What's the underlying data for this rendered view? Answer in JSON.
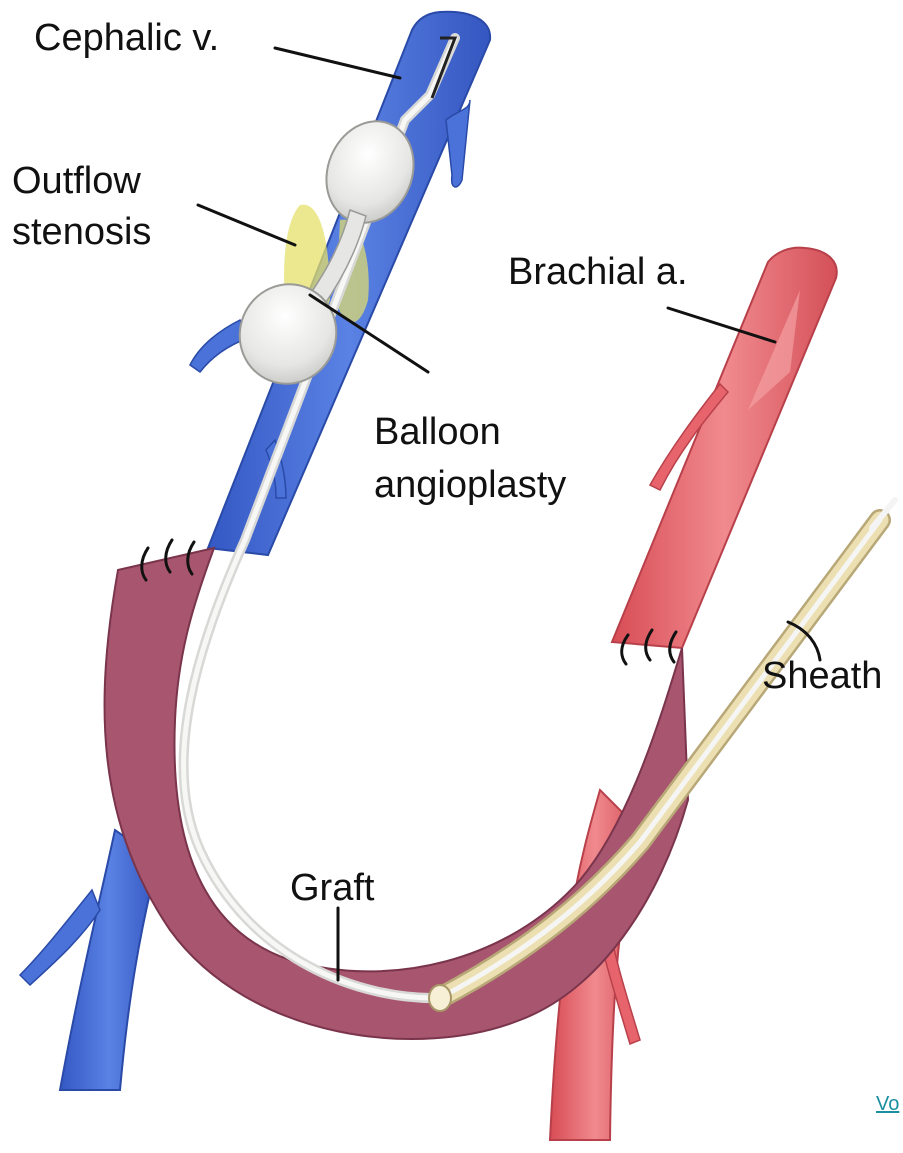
{
  "labels": {
    "cephalic_vein": "Cephalic v.",
    "outflow_stenosis_line1": "Outflow",
    "outflow_stenosis_line2": "stenosis",
    "brachial_artery": "Brachial a.",
    "balloon_line1": "Balloon",
    "balloon_line2": "angioplasty",
    "sheath": "Sheath",
    "graft": "Graft"
  },
  "corner_link": "Vo",
  "colors": {
    "vein": "#4a72d8",
    "vein_dark": "#2f52b8",
    "artery": "#e8646c",
    "artery_dark": "#c8484f",
    "graft": "#a8566f",
    "graft_dark": "#8a3f58",
    "balloon": "#eeeeec",
    "stenosis_plaque": "#e6e06a",
    "sheath": "#e8d9a8",
    "catheter": "#f4f4f4"
  }
}
